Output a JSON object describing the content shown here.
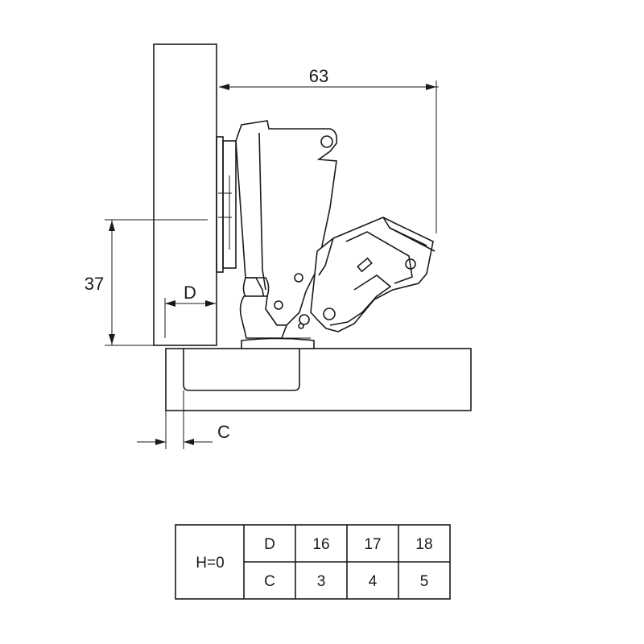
{
  "dimensions": {
    "overlay_width": "63",
    "height": "37",
    "door_thickness_label": "D",
    "gap_label": "C"
  },
  "table": {
    "row_header": "H=0",
    "rows": [
      {
        "label": "D",
        "values": [
          "16",
          "17",
          "18"
        ]
      },
      {
        "label": "C",
        "values": [
          "3",
          "4",
          "5"
        ]
      }
    ]
  }
}
